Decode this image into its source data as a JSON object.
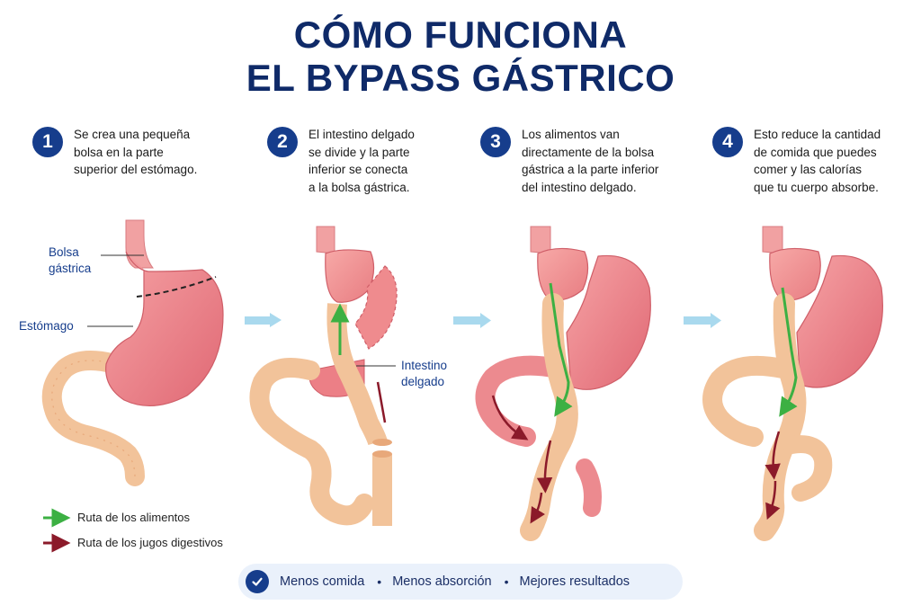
{
  "title": {
    "line1": "CÓMO FUNCIONA",
    "line2": "EL BYPASS GÁSTRICO"
  },
  "steps": [
    {
      "number": "1",
      "text": "Se crea una pequeña\nbolsa en la parte\nsuperior del estómago."
    },
    {
      "number": "2",
      "text": "El intestino delgado\nse divide y la parte\ninferior se conecta\na la bolsa gástrica."
    },
    {
      "number": "3",
      "text": "Los alimentos van\ndirectamente de la bolsa\ngástrica a la parte inferior\ndel intestino delgado."
    },
    {
      "number": "4",
      "text": "Esto reduce la cantidad\nde comida que puedes\ncomer y las calorías\nque tu cuerpo absorbe."
    }
  ],
  "labels": {
    "pouch": "Bolsa\ngástrica",
    "stomach": "Estómago",
    "intestine": "Intestino\ndelgado"
  },
  "legend": {
    "food_route": "Ruta de los alimentos",
    "juices_route": "Ruta de los jugos digestivos"
  },
  "summary": {
    "item1": "Menos comida",
    "item2": "Menos absorción",
    "item3": "Mejores resultados",
    "separator": "•"
  },
  "colors": {
    "title": "#0f2a68",
    "badge": "#163d8c",
    "food_arrow": "#3cb043",
    "juice_arrow": "#8b1a2a",
    "flow_arrow": "#a9d9ee",
    "stomach": "#ec7f86",
    "intestine": "#f2c39a",
    "pill_bg": "#eaf1fb"
  }
}
